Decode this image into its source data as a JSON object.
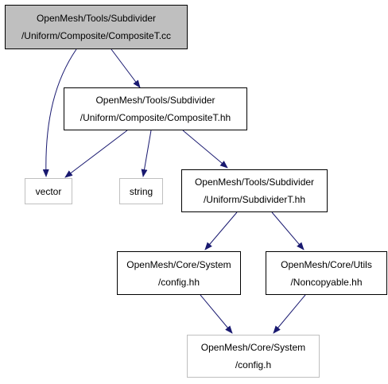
{
  "colors": {
    "edge": "#191970",
    "main_fill": "#bfbfbf",
    "border": "#000000",
    "external_border": "#bfbfbf"
  },
  "nodes": {
    "composite_cc": {
      "line1": "OpenMesh/Tools/Subdivider",
      "line2": "/Uniform/Composite/CompositeT.cc"
    },
    "composite_hh": {
      "line1": "OpenMesh/Tools/Subdivider",
      "line2": "/Uniform/Composite/CompositeT.hh"
    },
    "vector": {
      "label": "vector"
    },
    "string": {
      "label": "string"
    },
    "subdivider_hh": {
      "line1": "OpenMesh/Tools/Subdivider",
      "line2": "/Uniform/SubdividerT.hh"
    },
    "config_hh": {
      "line1": "OpenMesh/Core/System",
      "line2": "/config.hh"
    },
    "noncopyable_hh": {
      "line1": "OpenMesh/Core/Utils",
      "line2": "/Noncopyable.hh"
    },
    "config_h": {
      "line1": "OpenMesh/Core/System",
      "line2": "/config.h"
    }
  },
  "edges": [
    [
      "composite_cc",
      "vector"
    ],
    [
      "composite_cc",
      "composite_hh"
    ],
    [
      "composite_hh",
      "vector"
    ],
    [
      "composite_hh",
      "string"
    ],
    [
      "composite_hh",
      "subdivider_hh"
    ],
    [
      "subdivider_hh",
      "config_hh"
    ],
    [
      "subdivider_hh",
      "noncopyable_hh"
    ],
    [
      "config_hh",
      "config_h"
    ],
    [
      "noncopyable_hh",
      "config_h"
    ]
  ]
}
